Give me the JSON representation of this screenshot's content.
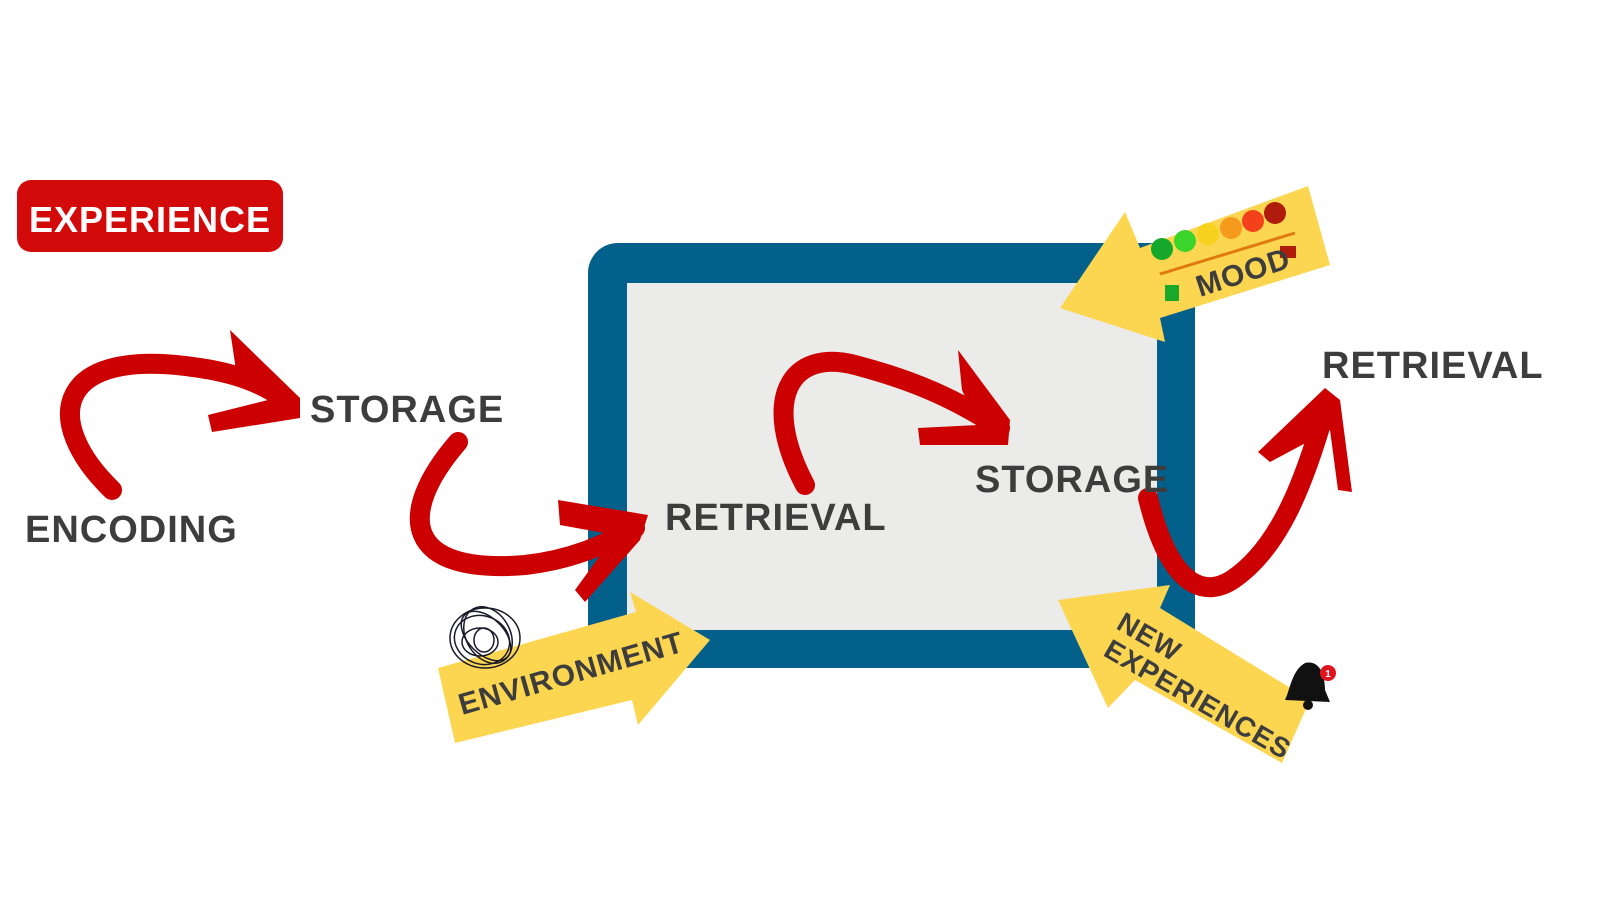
{
  "badge": {
    "label": "EXPERIENCE",
    "color": "#d20a0a"
  },
  "labels": {
    "encoding": "ENCODING",
    "storage_1": "STORAGE",
    "retrieval_1": "RETRIEVAL",
    "storage_2": "STORAGE",
    "retrieval_2": "RETRIEVAL"
  },
  "influences": {
    "environment": "ENVIRONMENT",
    "mood": "MOOD",
    "new_experiences_line1": "NEW",
    "new_experiences_line2": "EXPERIENCES"
  },
  "colors": {
    "frame": "#03608a",
    "frame_inner": "#ebebea",
    "arrow_red": "#cc0000",
    "arrow_yellow": "#fdd651",
    "text": "#3d3d3d"
  },
  "icons": [
    "scribble-icon",
    "mood-scale-icon",
    "thumbs-up-icon",
    "thumbs-down-icon",
    "bell-notification-icon"
  ],
  "notification_count": "1"
}
